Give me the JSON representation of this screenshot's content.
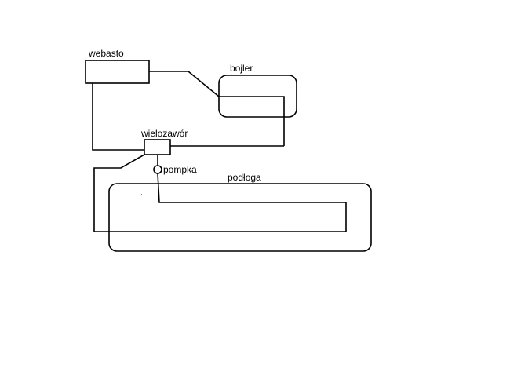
{
  "labels": {
    "webasto": "webasto",
    "bojler": "bojler",
    "wielozawor": "wielozawór",
    "pompka": "pompka",
    "podloga": "podłoga"
  },
  "colors": {
    "stroke": "#000000",
    "background": "#ffffff"
  }
}
